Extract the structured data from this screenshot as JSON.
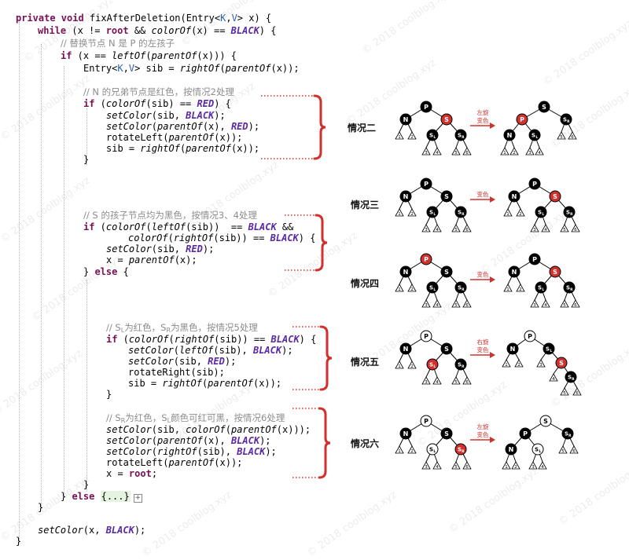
{
  "code": {
    "l1_kw": "private void ",
    "l1_fn": "fixAfterDeletion",
    "l1_a": "(Entry<",
    "l1_k": "K",
    "l1_b": ",",
    "l1_v": "V",
    "l1_c": "> x) {",
    "l2_kw": "while",
    "l2_a": " (x != ",
    "l2_root": "root",
    "l2_b": " && ",
    "l2_fn": "colorOf",
    "l2_c": "(x) == ",
    "l2_const": "BLACK",
    "l2_d": ") {",
    "l3_cm": "// 替换节点 N 是 P 的左孩子",
    "l4_kw": "if",
    "l4_a": " (x == ",
    "l4_fn1": "leftOf",
    "l4_b": "(",
    "l4_fn2": "parentOf",
    "l4_c": "(x))) {",
    "l5_a": "Entry<",
    "l5_k": "K",
    "l5_b": ",",
    "l5_v": "V",
    "l5_c": "> sib = ",
    "l5_fn1": "rightOf",
    "l5_d": "(",
    "l5_fn2": "parentOf",
    "l5_e": "(x));",
    "l7_cm": "// N 的兄弟节点是红色，按情况2处理",
    "l8_kw": "if",
    "l8_a": " (",
    "l8_fn": "colorOf",
    "l8_b": "(sib) == ",
    "l8_const": "RED",
    "l8_c": ") {",
    "l9_fn": "setColor",
    "l9_a": "(sib, ",
    "l9_const": "BLACK",
    "l9_b": ");",
    "l10_fn1": "setColor",
    "l10_a": "(",
    "l10_fn2": "parentOf",
    "l10_b": "(x), ",
    "l10_const": "RED",
    "l10_c": ");",
    "l11_a": "rotateLeft(",
    "l11_fn": "parentOf",
    "l11_b": "(x));",
    "l12_a": "sib = ",
    "l12_fn1": "rightOf",
    "l12_b": "(",
    "l12_fn2": "parentOf",
    "l12_c": "(x));",
    "l13": "}",
    "l18_cm": "// S 的孩子节点均为黑色，按情况3、4处理",
    "l19_kw": "if",
    "l19_a": " (",
    "l19_fn1": "colorOf",
    "l19_b": "(",
    "l19_fn2": "leftOf",
    "l19_c": "(sib))  == ",
    "l19_const": "BLACK",
    "l19_d": " &&",
    "l20_fn1": "colorOf",
    "l20_a": "(",
    "l20_fn2": "rightOf",
    "l20_b": "(sib)) == ",
    "l20_const": "BLACK",
    "l20_c": ") {",
    "l21_fn": "setColor",
    "l21_a": "(sib, ",
    "l21_const": "RED",
    "l21_b": ");",
    "l22_a": "x = ",
    "l22_fn": "parentOf",
    "l22_b": "(x);",
    "l23_a": "} ",
    "l23_kw": "else",
    "l23_b": " {",
    "l28_cm_a": "// S",
    "l28_sub1": "L",
    "l28_cm_b": "为红色，S",
    "l28_sub2": "R",
    "l28_cm_c": "为黑色，按情况5处理",
    "l29_kw": "if",
    "l29_a": " (",
    "l29_fn1": "colorOf",
    "l29_b": "(",
    "l29_fn2": "rightOf",
    "l29_c": "(sib)) == ",
    "l29_const": "BLACK",
    "l29_d": ") {",
    "l30_fn1": "setColor",
    "l30_a": "(",
    "l30_fn2": "leftOf",
    "l30_b": "(sib), ",
    "l30_const": "BLACK",
    "l30_c": ");",
    "l31_fn": "setColor",
    "l31_a": "(sib, ",
    "l31_const": "RED",
    "l31_b": ");",
    "l32": "rotateRight(sib);",
    "l33_a": "sib = ",
    "l33_fn1": "rightOf",
    "l33_b": "(",
    "l33_fn2": "parentOf",
    "l33_c": "(x));",
    "l34": "}",
    "l36_cm_a": "// S",
    "l36_sub1": "R",
    "l36_cm_b": "为红色，S",
    "l36_sub2": "L",
    "l36_cm_c": "颜色可红可黑，按情况6处理",
    "l37_fn1": "setColor",
    "l37_a": "(sib, ",
    "l37_fn2": "colorOf",
    "l37_b": "(",
    "l37_fn3": "parentOf",
    "l37_c": "(x)));",
    "l38_fn1": "setColor",
    "l38_a": "(",
    "l38_fn2": "parentOf",
    "l38_b": "(x), ",
    "l38_const": "BLACK",
    "l38_c": ");",
    "l39_fn1": "setColor",
    "l39_a": "(",
    "l39_fn2": "rightOf",
    "l39_b": "(sib), ",
    "l39_const": "BLACK",
    "l39_c": ");",
    "l40_a": "rotateLeft(",
    "l40_fn": "parentOf",
    "l40_b": "(x));",
    "l41_a": "x = ",
    "l41_root": "root",
    "l41_b": ";",
    "l42": "}",
    "l43_a": "} ",
    "l43_kw": "else",
    "l43_b": " ",
    "l43_fold": "{...}",
    "l43_box": "+",
    "l44": "}",
    "l46_fn": "setColor",
    "l46_a": "(x, ",
    "l46_const": "BLACK",
    "l46_b": ");",
    "l47": "}"
  },
  "cases": [
    {
      "label": "情况二",
      "arrow_text": [
        "左旋",
        "变色"
      ]
    },
    {
      "label": "情况三",
      "arrow_text": [
        "变色"
      ]
    },
    {
      "label": "情况四",
      "arrow_text": [
        "变色"
      ]
    },
    {
      "label": "情况五",
      "arrow_text": [
        "右旋",
        "变色"
      ]
    },
    {
      "label": "情况六",
      "arrow_text": [
        "左旋",
        "变色"
      ]
    }
  ],
  "watermark": "© 2018 coolblog.xyz",
  "colors": {
    "bracket": "#d0312d",
    "red_node": "#d0312d",
    "black_node": "#000000",
    "white_node": "#ffffff"
  },
  "node_labels": {
    "P": "P",
    "N": "N",
    "S": "S",
    "SL": "SL",
    "SR": "SR",
    "subtrees": [
      "1",
      "2",
      "3",
      "4",
      "5",
      "6"
    ]
  },
  "diagrams": [
    {
      "name": "case2-before",
      "nodes": [
        {
          "id": "P",
          "label": "P",
          "color": "black"
        },
        {
          "id": "N",
          "label": "N",
          "color": "black"
        },
        {
          "id": "S",
          "label": "S",
          "color": "red"
        },
        {
          "id": "SL",
          "label": "SL",
          "color": "black"
        },
        {
          "id": "SR",
          "label": "SR",
          "color": "black"
        }
      ]
    },
    {
      "name": "case2-after",
      "nodes": [
        {
          "id": "S",
          "label": "S",
          "color": "black"
        },
        {
          "id": "P",
          "label": "P",
          "color": "red"
        },
        {
          "id": "N",
          "label": "N",
          "color": "black"
        },
        {
          "id": "SL",
          "label": "SL",
          "color": "black"
        },
        {
          "id": "SR",
          "label": "SR",
          "color": "black"
        }
      ]
    },
    {
      "name": "case3-before",
      "nodes": [
        {
          "id": "P",
          "label": "P",
          "color": "black"
        },
        {
          "id": "N",
          "label": "N",
          "color": "black"
        },
        {
          "id": "S",
          "label": "S",
          "color": "black"
        },
        {
          "id": "SL",
          "label": "SL",
          "color": "black"
        },
        {
          "id": "SR",
          "label": "SR",
          "color": "black"
        }
      ]
    },
    {
      "name": "case3-after",
      "nodes": [
        {
          "id": "P",
          "label": "P",
          "color": "black"
        },
        {
          "id": "N",
          "label": "N",
          "color": "black"
        },
        {
          "id": "S",
          "label": "S",
          "color": "red"
        },
        {
          "id": "SL",
          "label": "SL",
          "color": "black"
        },
        {
          "id": "SR",
          "label": "SR",
          "color": "black"
        }
      ]
    },
    {
      "name": "case4-before",
      "nodes": [
        {
          "id": "P",
          "label": "P",
          "color": "red"
        },
        {
          "id": "N",
          "label": "N",
          "color": "black"
        },
        {
          "id": "S",
          "label": "S",
          "color": "black"
        },
        {
          "id": "SL",
          "label": "SL",
          "color": "black"
        },
        {
          "id": "SR",
          "label": "SR",
          "color": "black"
        }
      ]
    },
    {
      "name": "case4-after",
      "nodes": [
        {
          "id": "P",
          "label": "P",
          "color": "black"
        },
        {
          "id": "N",
          "label": "N",
          "color": "black"
        },
        {
          "id": "S",
          "label": "S",
          "color": "red"
        },
        {
          "id": "SL",
          "label": "SL",
          "color": "black"
        },
        {
          "id": "SR",
          "label": "SR",
          "color": "black"
        }
      ]
    },
    {
      "name": "case5-before",
      "nodes": [
        {
          "id": "P",
          "label": "P",
          "color": "white"
        },
        {
          "id": "N",
          "label": "N",
          "color": "black"
        },
        {
          "id": "S",
          "label": "S",
          "color": "black"
        },
        {
          "id": "SL",
          "label": "SL",
          "color": "red"
        },
        {
          "id": "SR",
          "label": "SR",
          "color": "black"
        }
      ]
    },
    {
      "name": "case5-after",
      "nodes": [
        {
          "id": "P",
          "label": "P",
          "color": "white"
        },
        {
          "id": "N",
          "label": "N",
          "color": "black"
        },
        {
          "id": "SL",
          "label": "SL",
          "color": "black"
        },
        {
          "id": "S",
          "label": "S",
          "color": "red"
        },
        {
          "id": "SR",
          "label": "SR",
          "color": "black"
        }
      ]
    },
    {
      "name": "case6-before",
      "nodes": [
        {
          "id": "P",
          "label": "P",
          "color": "white"
        },
        {
          "id": "N",
          "label": "N",
          "color": "black"
        },
        {
          "id": "S",
          "label": "S",
          "color": "black"
        },
        {
          "id": "SL",
          "label": "SL",
          "color": "white"
        },
        {
          "id": "SR",
          "label": "SR",
          "color": "red"
        }
      ]
    },
    {
      "name": "case6-after",
      "nodes": [
        {
          "id": "S",
          "label": "S",
          "color": "white"
        },
        {
          "id": "P",
          "label": "P",
          "color": "black"
        },
        {
          "id": "SR",
          "label": "SR",
          "color": "black"
        },
        {
          "id": "N",
          "label": "N",
          "color": "black"
        },
        {
          "id": "SL",
          "label": "SL",
          "color": "white"
        }
      ]
    }
  ]
}
